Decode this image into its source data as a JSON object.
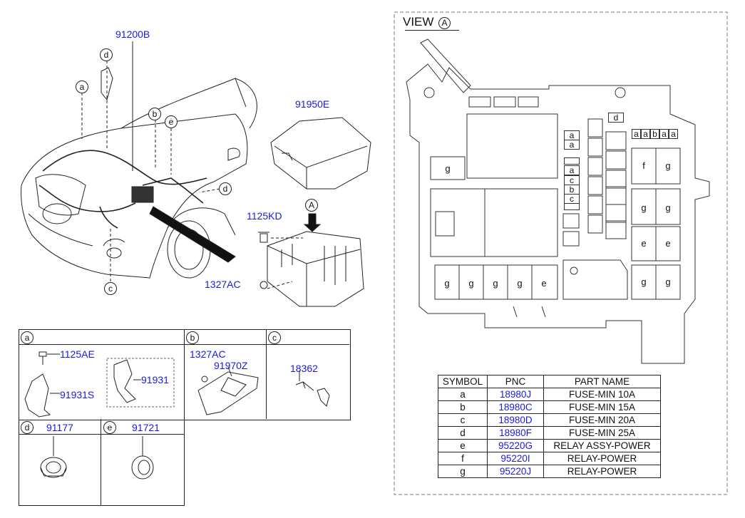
{
  "main": {
    "harness_pnc": "91200B",
    "cover_pnc": "91950E",
    "bolt_pnc": "1125KD",
    "nut_pnc": "1327AC",
    "view_marker": "A",
    "callouts": [
      "a",
      "b",
      "c",
      "d",
      "d",
      "e"
    ]
  },
  "view": {
    "title": "VIEW",
    "marker": "A",
    "small_labels": [
      "a",
      "a",
      "a",
      "c",
      "b",
      "c",
      "d",
      "a",
      "a",
      "b",
      "a",
      "a"
    ],
    "relay_labels": [
      "g",
      "f",
      "g",
      "g",
      "g",
      "e",
      "e",
      "g",
      "g",
      "g",
      "g",
      "g",
      "g",
      "e"
    ]
  },
  "details": {
    "a": {
      "label": "a",
      "items": [
        "1125AE",
        "91931S",
        "91931"
      ]
    },
    "b": {
      "label": "b",
      "items": [
        "1327AC",
        "91970Z"
      ]
    },
    "c": {
      "label": "c",
      "items": [
        "18362"
      ]
    },
    "d": {
      "label": "d",
      "pnc": "91177"
    },
    "e": {
      "label": "e",
      "pnc": "91721"
    }
  },
  "table": {
    "headers": [
      "SYMBOL",
      "PNC",
      "PART NAME"
    ],
    "rows": [
      {
        "symbol": "a",
        "pnc": "18980J",
        "name": "FUSE-MIN 10A"
      },
      {
        "symbol": "b",
        "pnc": "18980C",
        "name": "FUSE-MIN 15A"
      },
      {
        "symbol": "c",
        "pnc": "18980D",
        "name": "FUSE-MIN 20A"
      },
      {
        "symbol": "d",
        "pnc": "18980F",
        "name": "FUSE-MIN 25A"
      },
      {
        "symbol": "e",
        "pnc": "95220G",
        "name": "RELAY ASSY-POWER"
      },
      {
        "symbol": "f",
        "pnc": "95220I",
        "name": "RELAY-POWER"
      },
      {
        "symbol": "g",
        "pnc": "95220J",
        "name": "RELAY-POWER"
      }
    ]
  }
}
